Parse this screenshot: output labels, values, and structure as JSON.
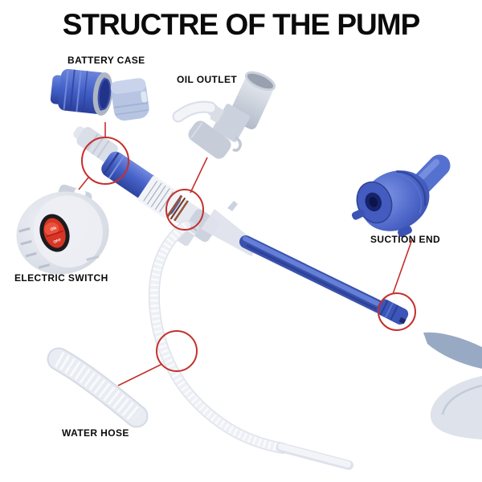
{
  "title": "STRUCTRE OF THE PUMP",
  "parts": {
    "battery_case": {
      "label": "BATTERY CASE"
    },
    "oil_outlet": {
      "label": "OIL OUTLET"
    },
    "electric_switch": {
      "label": "ELECTRIC SWITCH",
      "switch_on": "ON",
      "switch_off": "OFF"
    },
    "suction_end": {
      "label": "SUCTION END"
    },
    "water_hose": {
      "label": "WATER HOSE"
    }
  },
  "colors": {
    "annotation_red": "#c5302c",
    "pump_blue": "#415cc0",
    "deep_blue": "#2c3f92",
    "part_gray": "#ccd2de",
    "hose_white": "#edf0f5",
    "switch_red": "#d93524",
    "copper_ring": "#94543a",
    "silver_ring": "#aeb6c2",
    "text_black": "#111111",
    "background": "#ffffff"
  }
}
